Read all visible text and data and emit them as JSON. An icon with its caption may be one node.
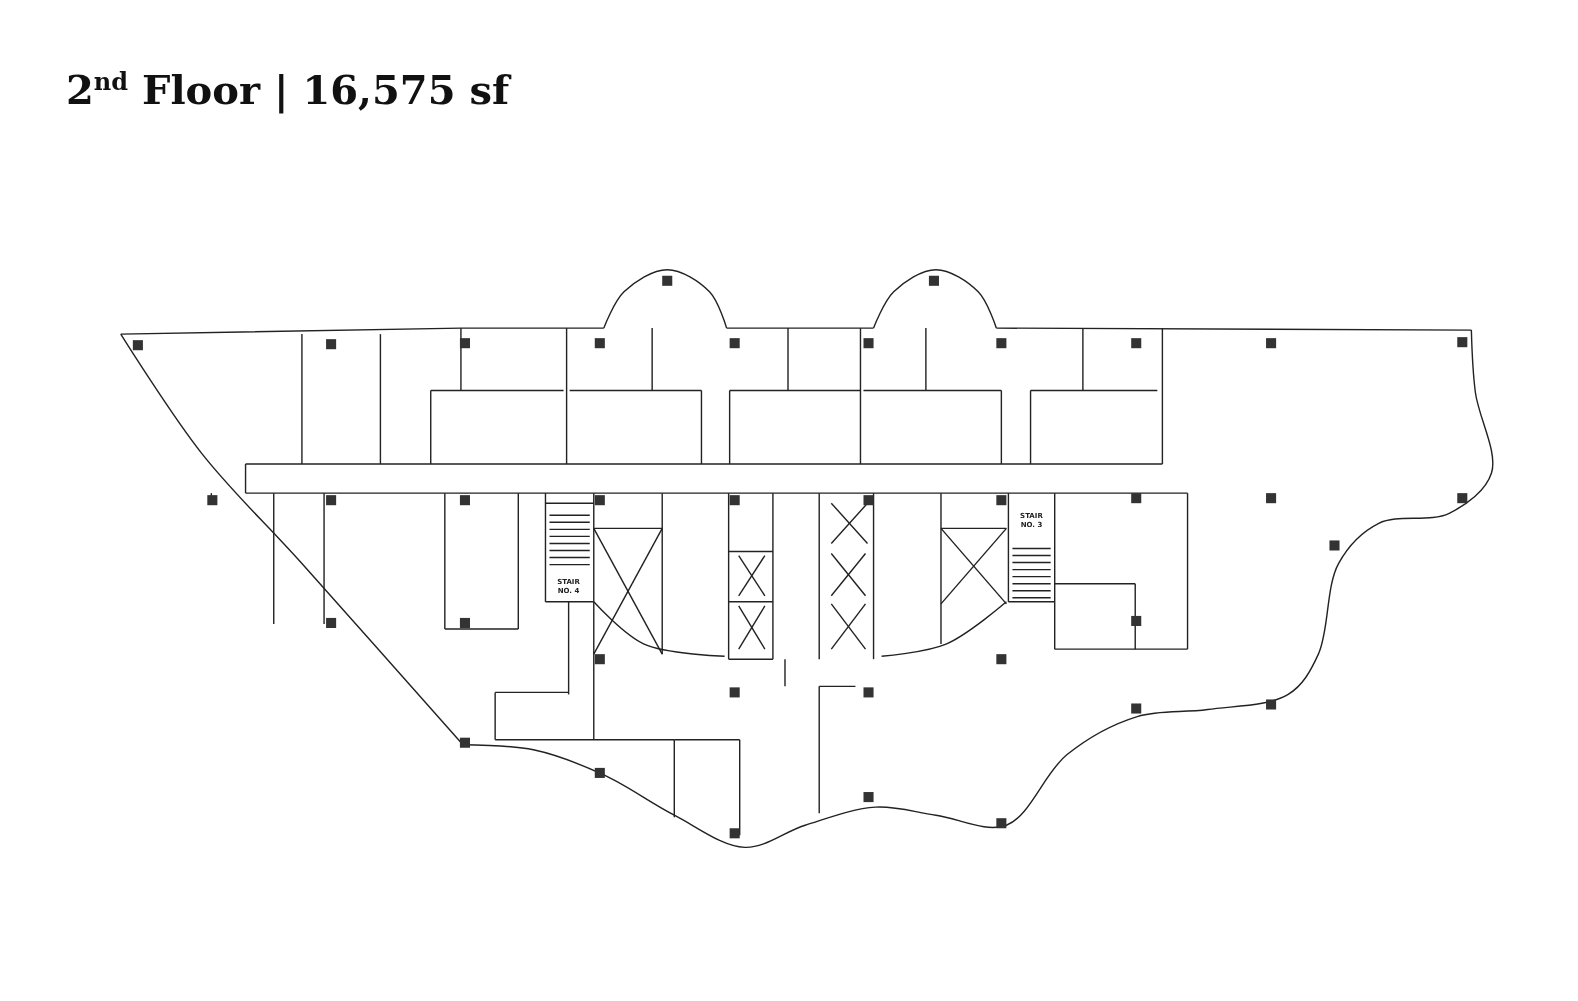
{
  "diagram": {
    "title": "2$^{nd}$ Floor | 16,575 sf",
    "labels": [
      "STAIR NO. 4",
      "STAIR NO. 3"
    ]
  }
}
